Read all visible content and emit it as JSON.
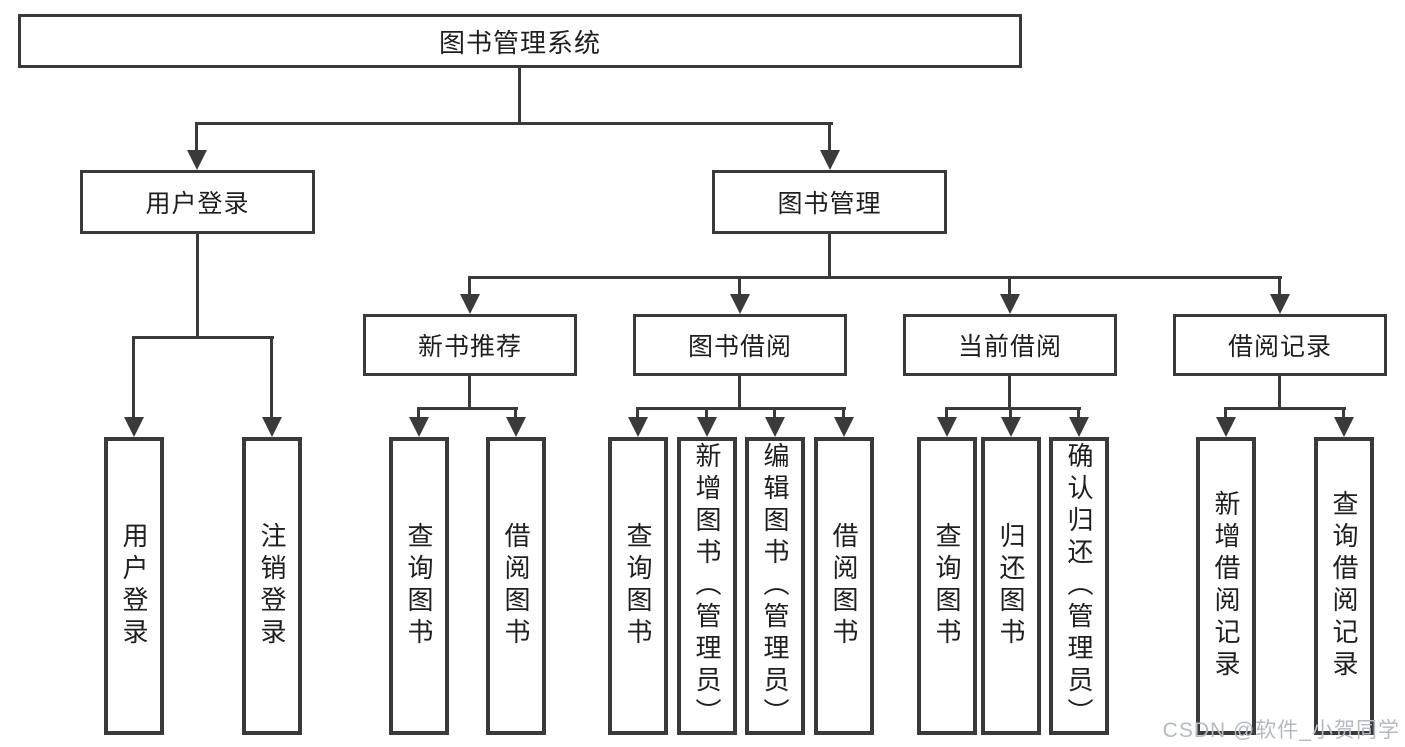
{
  "colors": {
    "line": "#3a3a3a",
    "box-border": "#3a3a3a",
    "text": "#1f1f1f",
    "watermark": "#b4bac3",
    "background": "#ffffff"
  },
  "watermark": "CSDN @软件_小贺同学",
  "nodes": {
    "root": {
      "label": "图书管理系统"
    },
    "level2": [
      {
        "id": "user-login",
        "label": "用户登录",
        "parent": "图书管理系统"
      },
      {
        "id": "book-management",
        "label": "图书管理",
        "parent": "图书管理系统"
      }
    ],
    "level3": [
      {
        "id": "new-book-recommendation",
        "label": "新书推荐",
        "parent": "图书管理"
      },
      {
        "id": "book-borrowing",
        "label": "图书借阅",
        "parent": "图书管理"
      },
      {
        "id": "current-borrowing",
        "label": "当前借阅",
        "parent": "图书管理"
      },
      {
        "id": "borrowing-records",
        "label": "借阅记录",
        "parent": "图书管理"
      }
    ],
    "leaves": [
      {
        "label": "用户登录",
        "parent": "用户登录"
      },
      {
        "label": "注销登录",
        "parent": "用户登录"
      },
      {
        "label": "查询图书",
        "parent": "新书推荐"
      },
      {
        "label": "借阅图书",
        "parent": "新书推荐"
      },
      {
        "label": "查询图书",
        "parent": "图书借阅"
      },
      {
        "label": "新增图书（管理员）",
        "parent": "图书借阅"
      },
      {
        "label": "编辑图书（管理员）",
        "parent": "图书借阅"
      },
      {
        "label": "借阅图书",
        "parent": "图书借阅"
      },
      {
        "label": "查询图书",
        "parent": "当前借阅"
      },
      {
        "label": "归还图书",
        "parent": "当前借阅"
      },
      {
        "label": "确认归还（管理员）",
        "parent": "当前借阅"
      },
      {
        "label": "新增借阅记录",
        "parent": "借阅记录"
      },
      {
        "label": "查询借阅记录",
        "parent": "借阅记录"
      }
    ]
  }
}
